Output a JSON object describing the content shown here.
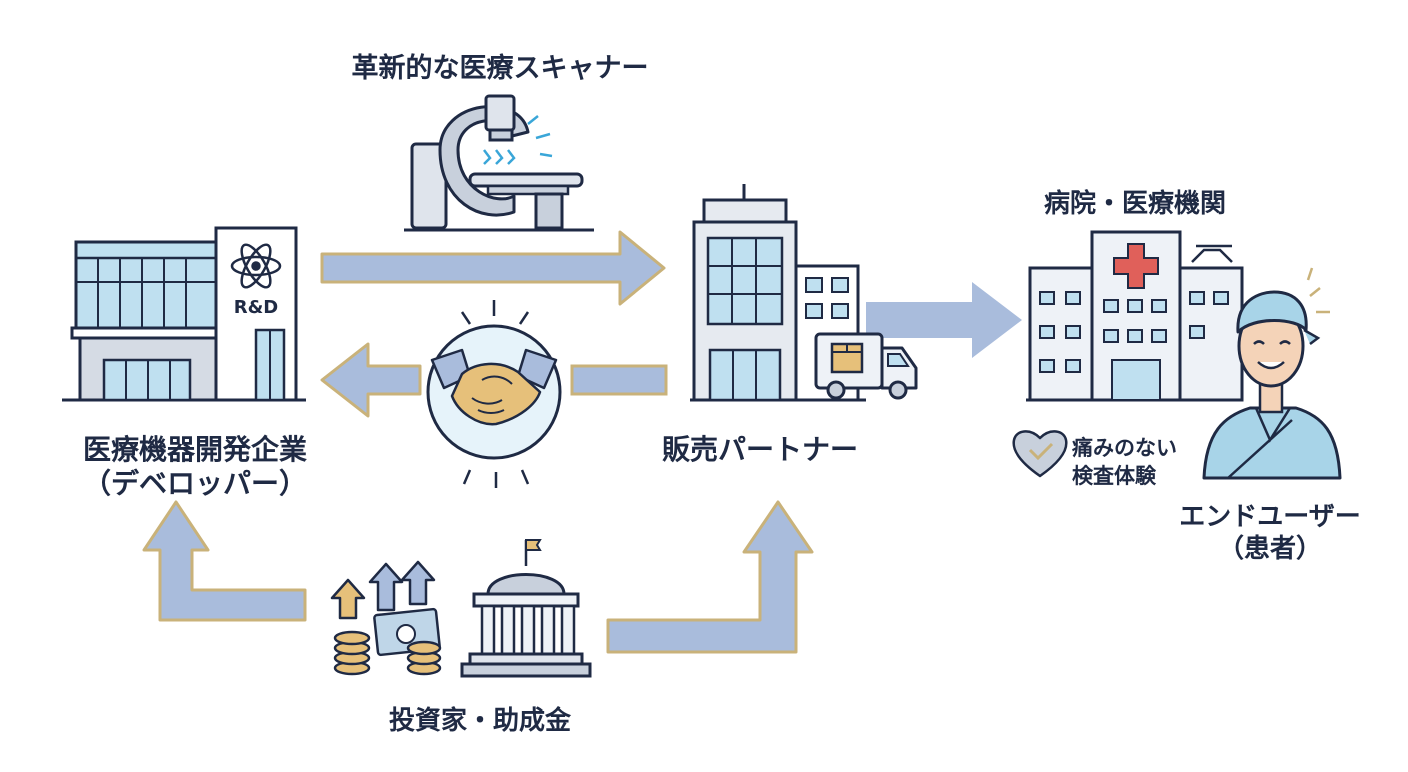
{
  "nodes": {
    "scanner": {
      "label": "革新的な医療スキャナー"
    },
    "developer": {
      "label_line1": "医療機器開発企業",
      "label_line2": "（デベロッパー）",
      "building_sign": "R&D"
    },
    "partner": {
      "label": "販売パートナー"
    },
    "hospital": {
      "label": "病院・医療機関"
    },
    "benefit": {
      "line1": "痛みのない",
      "line2": "検査体験"
    },
    "end_user": {
      "label_line1": "エンドユーザー",
      "label_line2": "（患者）"
    },
    "investor": {
      "label": "投資家・助成金"
    }
  },
  "colors": {
    "arrow_fill": "#a9bcdc",
    "arrow_outline": "#c9b27a",
    "ink": "#1f2a44",
    "glass": "#bfe0f0",
    "cross": "#e0605a"
  }
}
